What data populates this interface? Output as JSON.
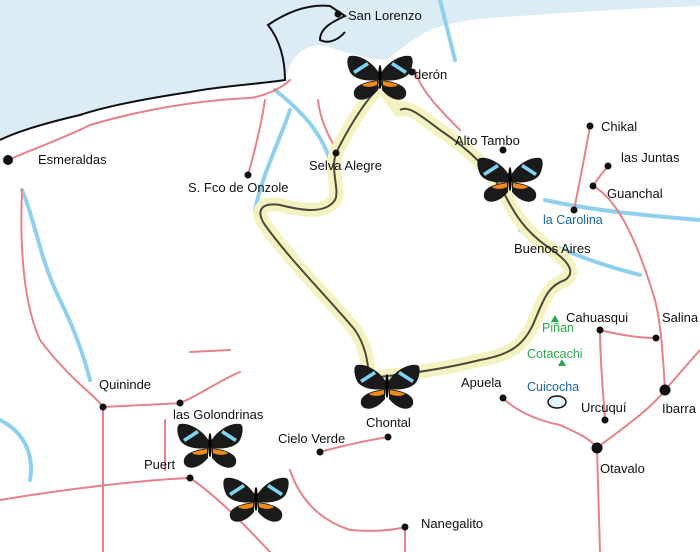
{
  "colors": {
    "background": "#ffffff",
    "sea": "#dcecf7",
    "river": "#8fd0ee",
    "road": "#e5828a",
    "coast": "#111111",
    "route": "#4a4a3a",
    "route_glow": "#f5f2c2",
    "town_label": "#111111",
    "water_label": "#1a64a8",
    "peak_label": "#2aa84a",
    "butterfly_wing": "#1a1a1a",
    "butterfly_blue": "#7fd4f2",
    "butterfly_orange": "#f08a1c"
  },
  "towns": [
    {
      "id": "san-lorenzo",
      "name": "San Lorenzo"
    },
    {
      "id": "calderon",
      "name": "derón"
    },
    {
      "id": "esmeraldas",
      "name": "Esmeraldas"
    },
    {
      "id": "selva-alegre",
      "name": "Selva Alegre"
    },
    {
      "id": "s-fco-de-onzole",
      "name": "S. Fco de Onzole"
    },
    {
      "id": "alto-tambo",
      "name": "Alto Tambo"
    },
    {
      "id": "chikal",
      "name": "Chikal"
    },
    {
      "id": "las-juntas",
      "name": "las Juntas"
    },
    {
      "id": "guanchal",
      "name": "Guanchal"
    },
    {
      "id": "buenos-aires",
      "name": "Buenos Aires"
    },
    {
      "id": "cahuasqui",
      "name": "Cahuasqui"
    },
    {
      "id": "salinas",
      "name": "Salina"
    },
    {
      "id": "ibarra",
      "name": "Ibarra"
    },
    {
      "id": "urcuqui",
      "name": "Urcuquí"
    },
    {
      "id": "otavalo",
      "name": "Otavalo"
    },
    {
      "id": "apuela",
      "name": "Apuela"
    },
    {
      "id": "chontal",
      "name": "Chontal"
    },
    {
      "id": "cielo-verde",
      "name": "Cielo Verde"
    },
    {
      "id": "nanegalito",
      "name": "Nanegalito"
    },
    {
      "id": "quininde",
      "name": "Quininde"
    },
    {
      "id": "las-golondrinas",
      "name": "las Golondrinas"
    },
    {
      "id": "puerto-quito",
      "name": "Puert"
    }
  ],
  "water_features": [
    {
      "id": "la-carolina",
      "name": "la Carolina"
    },
    {
      "id": "cuicocha",
      "name": "Cuicocha"
    }
  ],
  "peaks": [
    {
      "id": "pinan",
      "name": "Piñan"
    },
    {
      "id": "cotacachi",
      "name": "Cotacachi"
    }
  ],
  "butterflies": [
    {
      "id": "butterfly-1",
      "icon": "butterfly-icon"
    },
    {
      "id": "butterfly-2",
      "icon": "butterfly-icon"
    },
    {
      "id": "butterfly-3",
      "icon": "butterfly-icon"
    },
    {
      "id": "butterfly-4",
      "icon": "butterfly-icon"
    },
    {
      "id": "butterfly-5",
      "icon": "butterfly-icon"
    }
  ]
}
